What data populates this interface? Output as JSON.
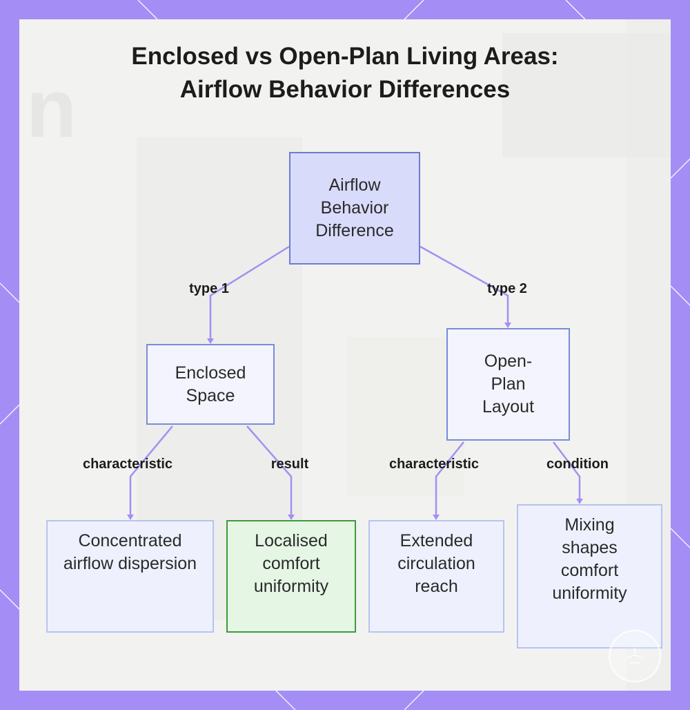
{
  "title": {
    "line1": "Enclosed vs Open-Plan Living Areas:",
    "line2": "Airflow Behavior Differences"
  },
  "nodes": {
    "root": "Airflow Behavior Difference",
    "enclosed": "Enclosed Space",
    "open_plan": "Open-Plan Layout",
    "concentrated": "Concentrated airflow dispersion",
    "localised": "Localised comfort uniformity",
    "extended": "Extended circulation reach",
    "mixing": "Mixing shapes comfort uniformity"
  },
  "edges": {
    "type1": "type 1",
    "type2": "type 2",
    "characteristic_left": "characteristic",
    "result": "result",
    "characteristic_right": "characteristic",
    "condition": "condition"
  },
  "colors": {
    "frame": "#a48ef5",
    "connector": "#a48ef5",
    "root_fill": "#d9dbfb",
    "highlight_border": "#3c9a3c",
    "highlight_fill": "#e5f6e5"
  }
}
